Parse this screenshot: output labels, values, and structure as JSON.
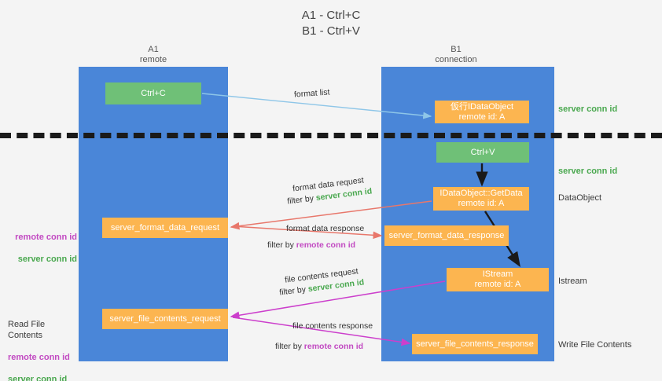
{
  "title": "A1 - Ctrl+C\nB1 - Ctrl+V",
  "lanes": [
    {
      "name": "A1",
      "sub": "remote",
      "header": "A1\nremote"
    },
    {
      "name": "B1",
      "sub": "connection",
      "header": "B1\nconnection"
    }
  ],
  "colors": {
    "background": "#f4f4f4",
    "lane": "#4a86d8",
    "green_node": "#6fc077",
    "orange_node": "#fcb550",
    "divider": "#1a1a1a",
    "server_conn_id": "#4aa84f",
    "remote_conn_id": "#c24ac2",
    "arrow_format_list": "#8ec6e8",
    "arrow_format_data": "#e8776b",
    "arrow_file_contents": "#cc3fcc",
    "arrow_internal": "#1a1a1a"
  },
  "nodes": {
    "ctrl_c": "Ctrl+C",
    "idataobject": "仮行IDataObject\nremote id: A",
    "ctrl_v": "Ctrl+V",
    "getdata": "IDataObject::GetData\nremote id: A",
    "format_data_request": "server_format_data_request",
    "format_data_response": "server_format_data_response",
    "istream": "IStream\nremote id: A",
    "file_contents_request": "server_file_contents_request",
    "file_contents_response": "server_file_contents_response"
  },
  "side_labels": {
    "server_conn_id_top": "server conn id",
    "server_conn_id_mid": "server conn id",
    "dataobject": "DataObject",
    "istream": "Istream",
    "write_file_contents": "Write File Contents",
    "read_file_contents": "Read File Contents",
    "remote_conn_id": "remote conn id",
    "server_conn_id": "server conn id"
  },
  "edges": [
    {
      "id": "format_list",
      "label": "format list",
      "filter_prefix": "",
      "filter_value": "",
      "color": "#8ec6e8",
      "direction": "a1-to-b1"
    },
    {
      "id": "format_data_request",
      "label": "format data request",
      "filter_prefix": "filter by ",
      "filter_value": "server conn id",
      "filter_color": "#4aa84f",
      "color": "#e8776b",
      "direction": "b1-to-a1"
    },
    {
      "id": "format_data_response",
      "label": "format data response",
      "filter_prefix": "filter by ",
      "filter_value": "remote conn id",
      "filter_color": "#c24ac2",
      "color": "#e8776b",
      "direction": "a1-to-b1"
    },
    {
      "id": "file_contents_request",
      "label": "file contents request",
      "filter_prefix": "filter by ",
      "filter_value": "server conn id",
      "filter_color": "#4aa84f",
      "color": "#cc3fcc",
      "direction": "b1-to-a1"
    },
    {
      "id": "file_contents_response",
      "label": "file contents response",
      "filter_prefix": "filter by ",
      "filter_value": "remote conn id",
      "filter_color": "#c24ac2",
      "color": "#cc3fcc",
      "direction": "a1-to-b1"
    }
  ]
}
